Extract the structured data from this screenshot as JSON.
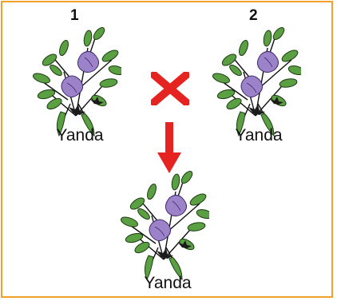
{
  "parents": [
    {
      "number": "1",
      "name": "Yanda"
    },
    {
      "number": "2",
      "name": "Yanda"
    }
  ],
  "offspring": {
    "name": "Yanda"
  },
  "colors": {
    "frame": "#f0a12b",
    "cross": "#e52421",
    "arrow": "#e52421",
    "leaf": "#5aa043",
    "flower": "#9c82c9"
  },
  "icons": {
    "plant": "pea-plant-icon",
    "cross": "cross-x-icon",
    "arrow": "arrow-down-icon"
  }
}
